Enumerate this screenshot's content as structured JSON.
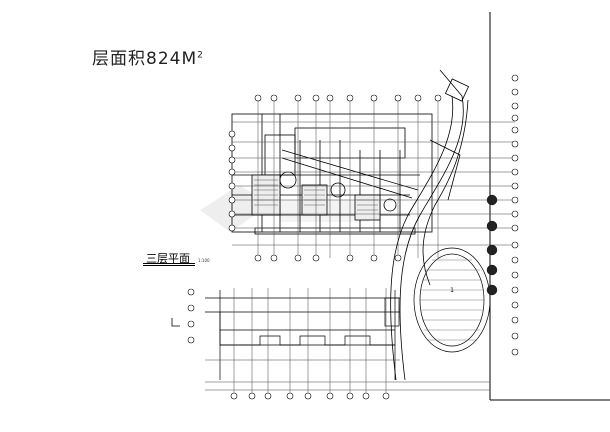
{
  "drawing": {
    "area_label_text": "层面积824M",
    "area_label_sup": "2",
    "plan_title": "三层平面",
    "scale_text": "1:100",
    "stage_label": "1"
  },
  "colors": {
    "line": "#000000",
    "grid": "#444444",
    "hatch": "#555555",
    "watermark": "#d8d8d8",
    "paper": "#ffffff"
  }
}
